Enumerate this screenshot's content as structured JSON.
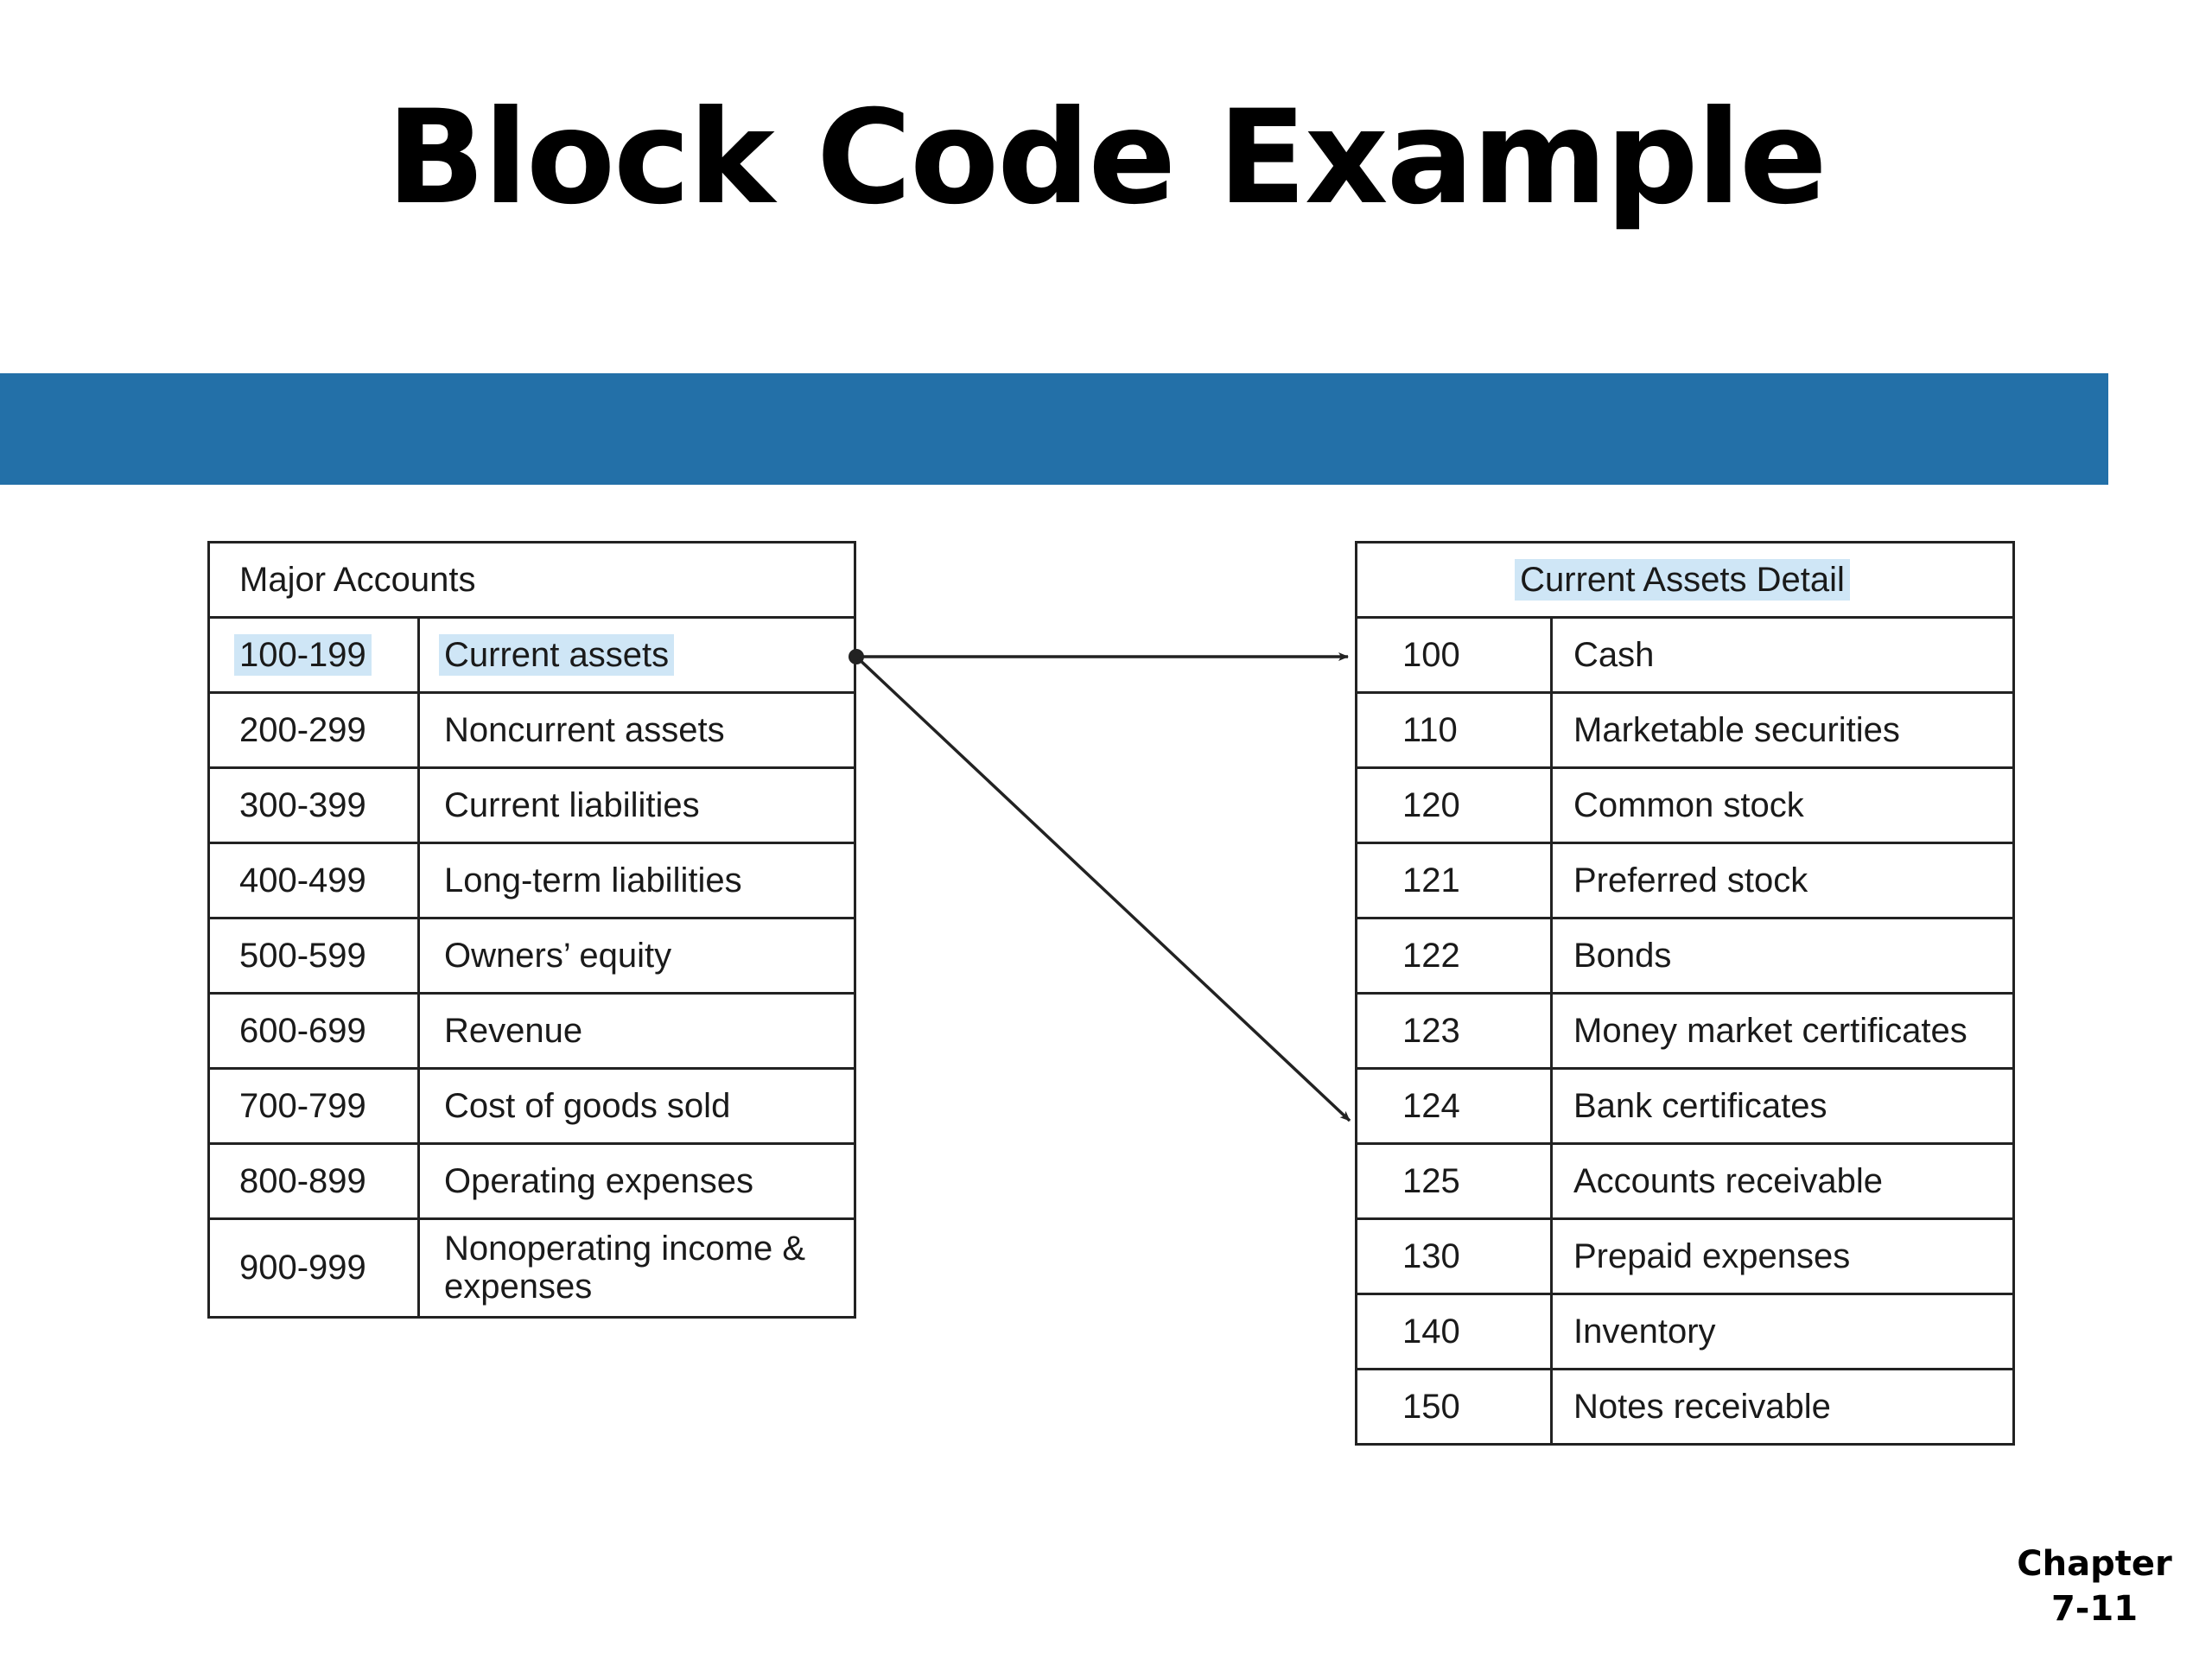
{
  "title": "Block Code Example",
  "major_accounts": {
    "header": "Major Accounts",
    "rows": [
      {
        "code": "100-199",
        "name": "Current assets",
        "highlighted": true
      },
      {
        "code": "200-299",
        "name": "Noncurrent assets"
      },
      {
        "code": "300-399",
        "name": "Current liabilities"
      },
      {
        "code": "400-499",
        "name": "Long-term liabilities"
      },
      {
        "code": "500-599",
        "name": "Owners’ equity"
      },
      {
        "code": "600-699",
        "name": "Revenue"
      },
      {
        "code": "700-799",
        "name": "Cost of goods sold"
      },
      {
        "code": "800-899",
        "name": "Operating expenses"
      },
      {
        "code": "900-999",
        "name": "Nonoperating income & expenses"
      }
    ]
  },
  "current_assets_detail": {
    "header": "Current Assets Detail",
    "rows": [
      {
        "code": "100",
        "name": "Cash"
      },
      {
        "code": "110",
        "name": "Marketable securities"
      },
      {
        "code": "120",
        "name": "Common stock"
      },
      {
        "code": "121",
        "name": "Preferred stock"
      },
      {
        "code": "122",
        "name": "Bonds"
      },
      {
        "code": "123",
        "name": "Money market certificates"
      },
      {
        "code": "124",
        "name": "Bank certificates"
      },
      {
        "code": "125",
        "name": "Accounts receivable"
      },
      {
        "code": "130",
        "name": "Prepaid expenses"
      },
      {
        "code": "140",
        "name": "Inventory"
      },
      {
        "code": "150",
        "name": "Notes receivable"
      }
    ]
  },
  "footer": {
    "line1": "Chapter",
    "line2": "7-11"
  },
  "colors": {
    "accent_bar": "#2370a8",
    "highlight": "#cfe6f6"
  }
}
